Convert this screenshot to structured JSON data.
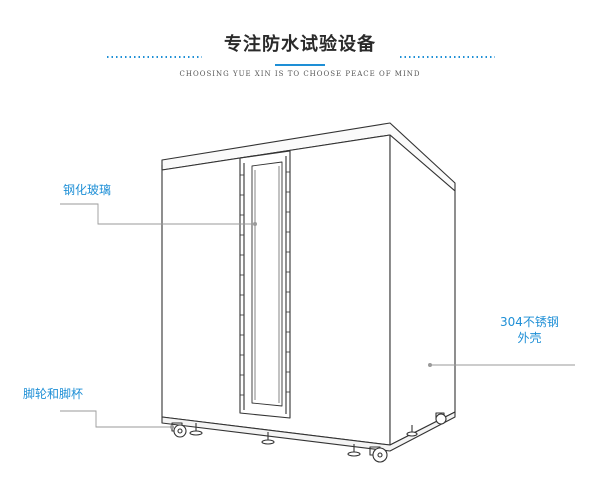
{
  "header": {
    "title": "专注防水试验设备",
    "subtitle": "CHOOSING YUE XIN IS TO CHOOSE PEACE OF MIND"
  },
  "callouts": {
    "glass": "钢化玻璃",
    "shell_line1": "304不锈钢",
    "shell_line2": "外壳",
    "wheels": "脚轮和脚杯"
  },
  "colors": {
    "accent": "#1e8fd6",
    "line": "#333333",
    "callout_line": "#9a9a9a"
  }
}
